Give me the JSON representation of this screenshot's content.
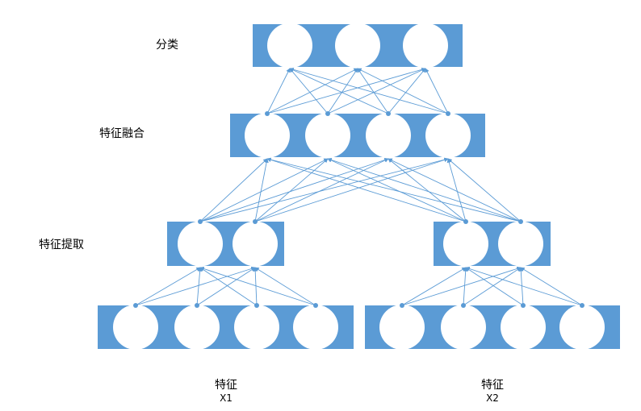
{
  "labels": {
    "classify": "分类",
    "fusion": "特征融合",
    "extract": "特征提取",
    "input1_title": "特征",
    "input1_sub": "X1",
    "input2_title": "特征",
    "input2_sub": "X2"
  },
  "colors": {
    "block": "#5B9BD5",
    "node": "#FFFFFF",
    "line": "#5B9BD5"
  },
  "layers": [
    {
      "id": "classify",
      "nodes": 3
    },
    {
      "id": "fusion",
      "nodes": 4
    },
    {
      "id": "extract-left",
      "nodes": 2
    },
    {
      "id": "extract-right",
      "nodes": 2
    },
    {
      "id": "input-left",
      "nodes": 4
    },
    {
      "id": "input-right",
      "nodes": 4
    }
  ],
  "connections": [
    {
      "from": "fusion",
      "to": "classify",
      "type": "full"
    },
    {
      "from": "extract-left",
      "to": "fusion",
      "type": "full"
    },
    {
      "from": "extract-right",
      "to": "fusion",
      "type": "full"
    },
    {
      "from": "input-left",
      "to": "extract-left",
      "type": "full"
    },
    {
      "from": "input-right",
      "to": "extract-right",
      "type": "full"
    }
  ]
}
